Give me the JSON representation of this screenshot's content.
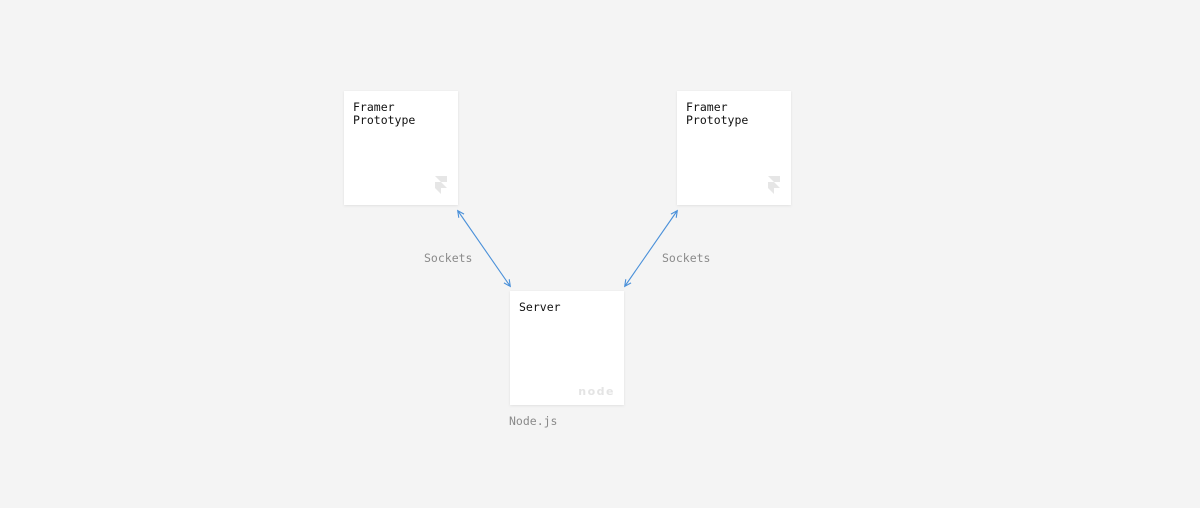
{
  "nodes": {
    "left_prototype": {
      "title": "Framer\nPrototype",
      "icon": "framer-icon"
    },
    "right_prototype": {
      "title": "Framer\nPrototype",
      "icon": "framer-icon"
    },
    "server": {
      "title": "Server",
      "logo": "node",
      "logo_icon": "nodejs-logo"
    }
  },
  "edges": {
    "left_label": "Sockets",
    "right_label": "Sockets",
    "arrow_type": "bidirectional"
  },
  "annotations": {
    "server_runtime": "Node.js"
  },
  "colors": {
    "background": "#f4f4f4",
    "card": "#ffffff",
    "edge": "#4a90d9",
    "label": "#8a8a8a",
    "icon": "#e6e6e6"
  }
}
